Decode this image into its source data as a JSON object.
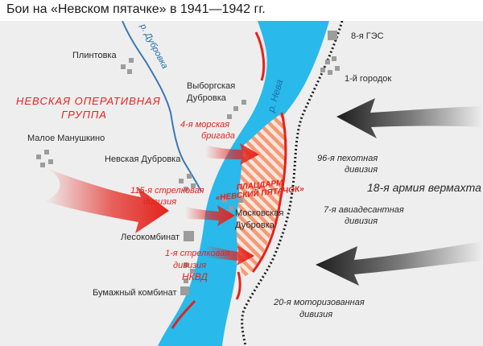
{
  "title": "Бои на «Невском пятачке» в 1941—1942 гг.",
  "colors": {
    "river": "#29b9ea",
    "title_bar": "#ffffff",
    "background": "#eeeeee",
    "soviet": "#e3231d",
    "german": "#1c1c1c",
    "settlement": "#9c9c9c",
    "stream": "#3a78b5",
    "bridgehead_stripe": "#f39a78"
  },
  "rivers": {
    "neva": "р. Нева",
    "dubrovka": "р. Дубровка"
  },
  "places": {
    "plintovka": "Плинтовка",
    "vyborgskaya_1": "Выборгская",
    "vyborgskaya_2": "Дубровка",
    "ges": "8-я ГЭС",
    "gorodok": "1-й городок",
    "malo_1": "Малое Манушкино",
    "nevskaya_dubrovka": "Невская Дубровка",
    "moskovskaya_1": "Московская",
    "moskovskaya_2": "Дубровка",
    "lesokombinat": "Лесокомбинат",
    "paper_mill": "Бумажный комбинат"
  },
  "soviet": {
    "group_1": "НЕВСКАЯ ОПЕРАТИВНАЯ",
    "group_2": "ГРУППА",
    "marine_1": "4-я морская",
    "marine_2": "бригада",
    "div115_1": "115-я стрелковая",
    "div115_2": "дивизия",
    "div1_1": "1-я стрелковая",
    "div1_2": "дивизия",
    "div1_3": "НКВД",
    "bridgehead_1": "ПЛАЦДАРМ",
    "bridgehead_2": "«НЕВСКИЙ ПЯТАЧОК»"
  },
  "german": {
    "army": "18-я армия вермахта",
    "div96_1": "96-я пехотная",
    "div96_2": "дивизия",
    "div7_1": "7-я авиадесантная",
    "div7_2": "дивизия",
    "div20_1": "20-я моторизованная",
    "div20_2": "дивизия"
  }
}
